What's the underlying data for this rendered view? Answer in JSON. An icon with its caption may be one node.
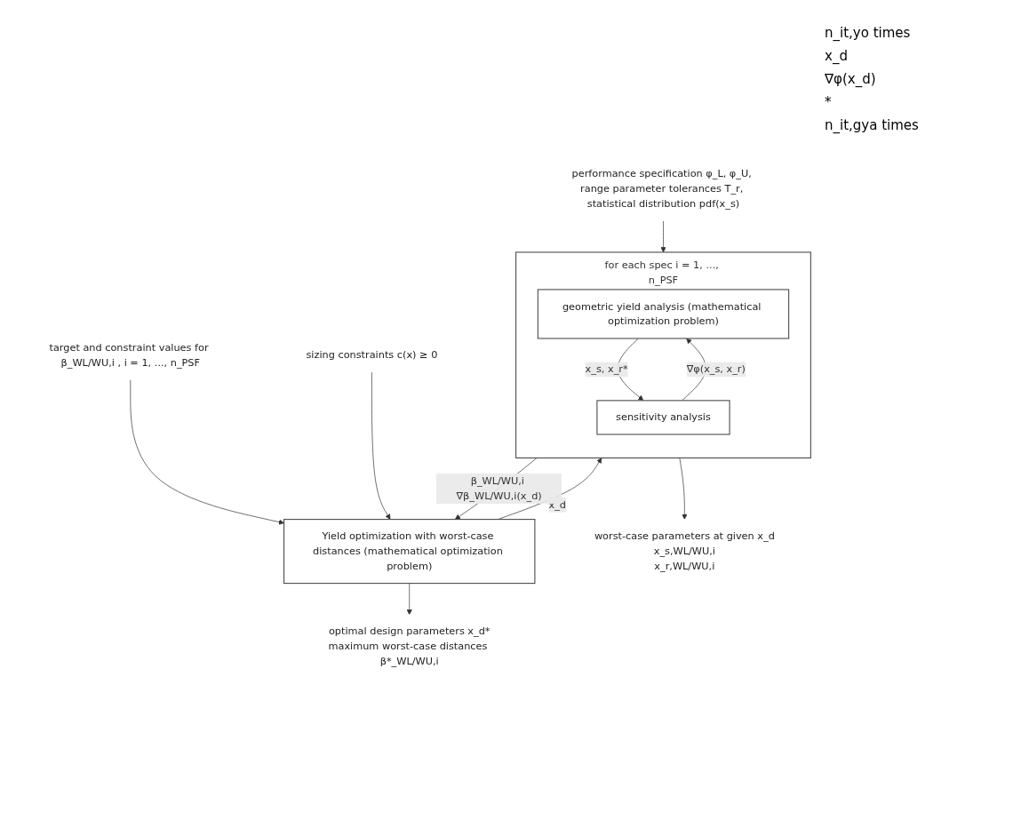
{
  "diagram": {
    "nodes": [
      {
        "text": [
          "target and constraint values for β_WL/WU,i , i = 1, ..., n_PSF"
        ]
      },
      {
        "text": [
          "Yield optimization with worst-case distances (mathematical optimization problem)"
        ]
      },
      {
        "text": [
          "sizing constraints c(x) ≥ 0"
        ]
      },
      {
        "text": [
          "optimal design parameters x_d*",
          "maximum worst-case distances β*_WL/WU,i"
        ]
      },
      {
        "text": [
          "for each spec i = 1, ..., n_PSF"
        ]
      },
      {
        "text": [
          "geometric yield analysis (mathematical optimization problem)"
        ],
        "in": 4
      },
      {
        "text": [
          "sensitivity analysis"
        ],
        "in": 4
      },
      {
        "text": [
          "performance specification φ_L, φ_U, range parameter tolerances T_r, statistical distribution pdf(x_s)"
        ]
      },
      {
        "text": [
          "worst-case parameters at given x_d",
          "x_s,WL/WU,i",
          "x_r,WL/WU,i"
        ]
      }
    ],
    "edges": [
      {
        "from": 0,
        "to": 1,
        "arrow": "to"
      },
      {
        "from": 2,
        "to": 1,
        "arrow": "to"
      },
      {
        "from": 1,
        "to": 3,
        "arrow": "to"
      },
      {
        "from": 1,
        "to": 4,
        "arrow": "to",
        "label": "x_d"
      },
      {
        "from": 4,
        "to": 1,
        "arrow": "to",
        "label": "β_WL/WU,i ∇β_WL/WU,i(x_d)"
      },
      {
        "from": 7,
        "to": 4,
        "arrow": "to"
      },
      {
        "from": 4,
        "to": 8,
        "arrow": "to"
      },
      {
        "from": 5,
        "to": 6,
        "arrow": "to",
        "label": "x_s, x_r*"
      },
      {
        "from": 6,
        "to": 5,
        "arrow": "to",
        "label": "∇φ(x_s, x_r)"
      }
    ],
    "labels": [
      "n_it,yo times",
      "x_d",
      "∇φ(x_d)",
      "*",
      "n_it,gya times"
    ]
  }
}
